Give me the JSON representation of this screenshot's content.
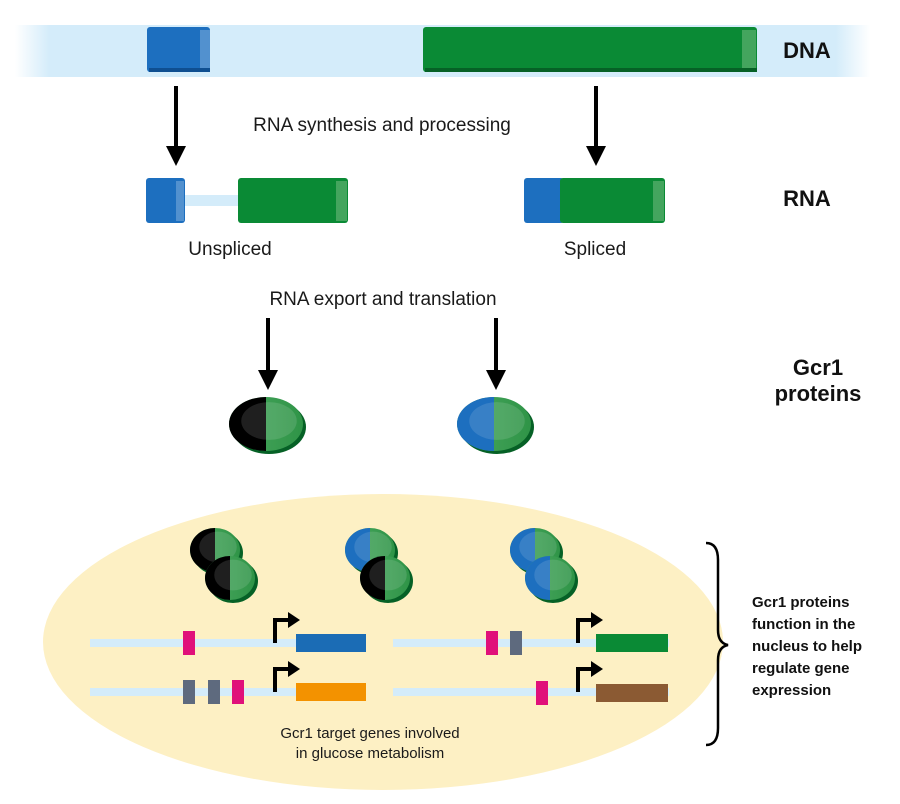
{
  "labels": {
    "dna": "DNA",
    "rna": "RNA",
    "proteins_line1": "Gcr1",
    "proteins_line2": "proteins",
    "synthesis": "RNA synthesis and processing",
    "unspliced": "Unspliced",
    "spliced": "Spliced",
    "export": "RNA export and translation",
    "targets_line1": "Gcr1 target genes involved",
    "targets_line2": "in glucose metabolism",
    "function_lines": [
      "Gcr1 proteins",
      "function in the",
      "nucleus to help",
      "regulate gene",
      "expression"
    ]
  },
  "colors": {
    "dna_strand": "#d4ecfa",
    "exon_blue": "#1d6fbf",
    "exon_green": "#0a8a35",
    "nucleus": "#fdf0c4",
    "site_pink": "#e0107a",
    "site_gray": "#5e6a7e",
    "gene_blue": "#1b6cb5",
    "gene_green": "#0a8a35",
    "gene_orange": "#f39200",
    "gene_brown": "#8b5a33"
  }
}
